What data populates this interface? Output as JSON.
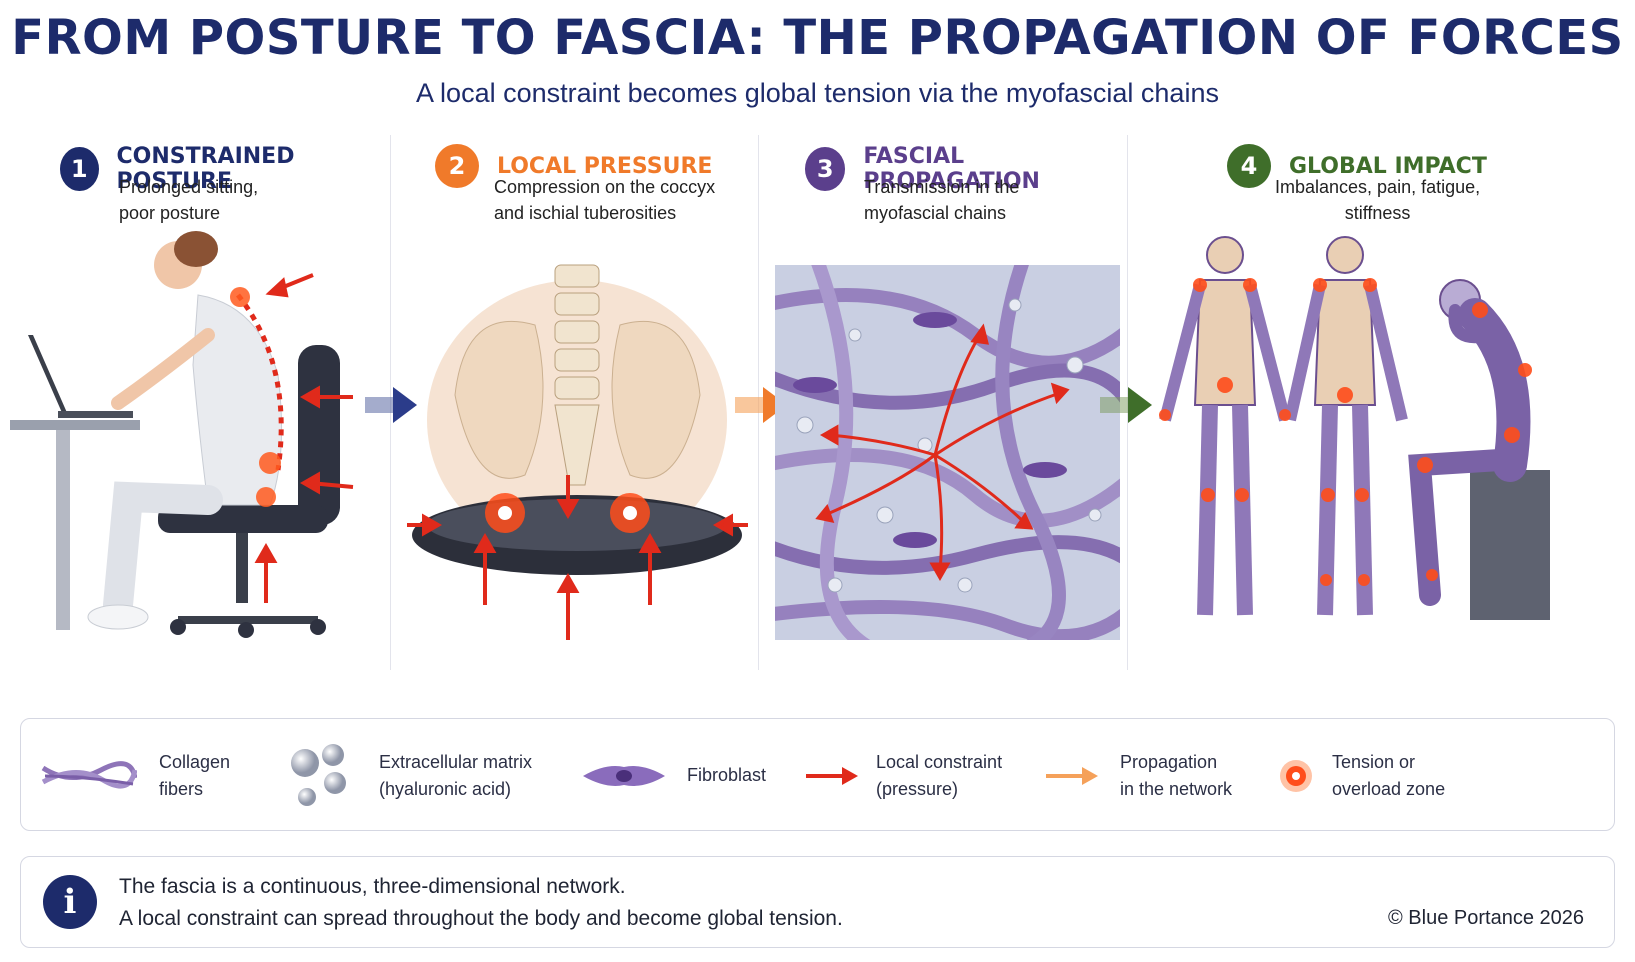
{
  "header": {
    "title": "FROM POSTURE TO FASCIA: THE PROPAGATION OF FORCES",
    "subtitle": "A local constraint becomes global tension via the myofascial chains"
  },
  "steps": [
    {
      "number": "1",
      "title": "CONSTRAINED POSTURE",
      "desc_line1": "Prolonged sitting,",
      "desc_line2": "poor posture",
      "color": "#1d2b6b"
    },
    {
      "number": "2",
      "title": "LOCAL PRESSURE",
      "desc_line1": "Compression on the coccyx",
      "desc_line2": "and ischial tuberosities",
      "color": "#f07a2a"
    },
    {
      "number": "3",
      "title": "FASCIAL PROPAGATION",
      "desc_line1": "Transmission in the",
      "desc_line2": "myofascial chains",
      "color": "#5b3f8c"
    },
    {
      "number": "4",
      "title": "GLOBAL IMPACT",
      "desc_line1": "Imbalances, pain, fatigue,",
      "desc_line2": "stiffness",
      "color": "#3f6e2a"
    }
  ],
  "legend": [
    {
      "label": "Collagen\nfibers",
      "icon": "collagen-fibers-icon"
    },
    {
      "label": "Extracellular matrix\n(hyaluronic acid)",
      "icon": "matrix-bubbles-icon"
    },
    {
      "label": "Fibroblast",
      "icon": "fibroblast-icon"
    },
    {
      "label": "Local constraint\n(pressure)",
      "icon": "red-arrow-icon"
    },
    {
      "label": "Propagation\nin the network",
      "icon": "orange-arrow-icon"
    },
    {
      "label": "Tension or\noverload zone",
      "icon": "tension-zone-icon"
    }
  ],
  "info": {
    "line1": "The fascia is a continuous, three-dimensional network.",
    "line2": "A local constraint can spread throughout the body and become global tension.",
    "copyright": "© Blue Portance 2026"
  },
  "colors": {
    "navy": "#1d2b6b",
    "orange": "#f07a2a",
    "purple": "#5b3f8c",
    "green": "#3f6e2a",
    "constraint_red": "#e02a1b",
    "propagation_orange": "#f5a15a"
  }
}
